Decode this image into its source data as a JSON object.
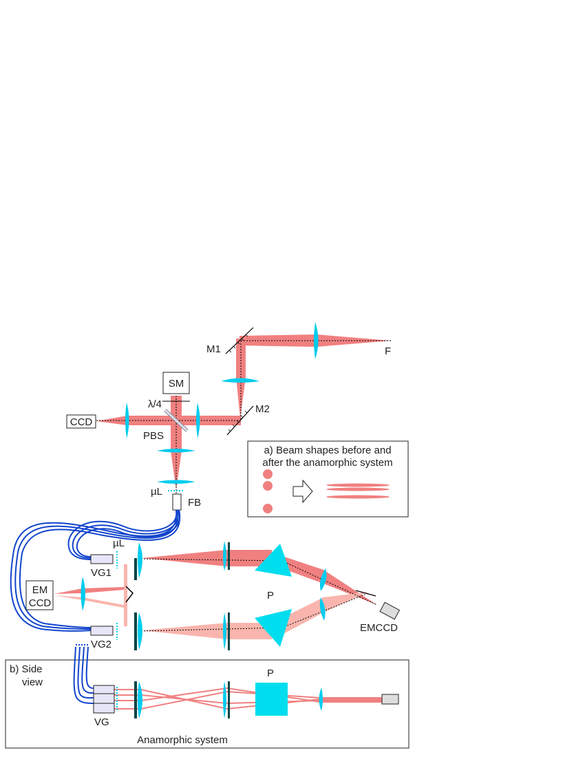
{
  "labels": {
    "m1": "M1",
    "m2": "M2",
    "f": "F",
    "sm": "SM",
    "lambda4": "λ/4",
    "ccd": "CCD",
    "pbs": "PBS",
    "mul_top": "µL",
    "fb": "FB",
    "mul_mid": "µL",
    "vg1": "VG1",
    "vg2": "VG2",
    "em": "EM",
    "emccd_box": "CCD",
    "p_top": "P",
    "emccd": "EMCCD"
  },
  "panel_a": {
    "title_line1": "a) Beam shapes before and",
    "title_line2": "after the anamorphic system"
  },
  "panel_b": {
    "title_line1": "b) Side",
    "title_line2": "view",
    "p": "P",
    "vg": "VG",
    "caption": "Anamorphic system"
  },
  "colors": {
    "beam": "#f08080",
    "beam_light": "#f9b5ad",
    "lens": "#00ccee",
    "fiber": "#1144cc",
    "grating": "#004444"
  }
}
